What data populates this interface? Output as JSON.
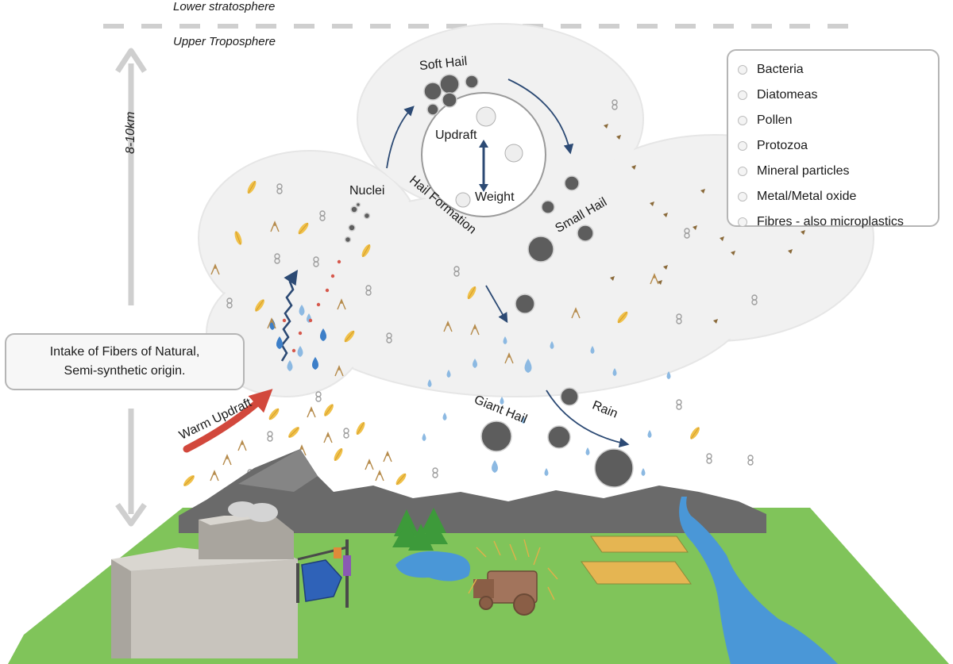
{
  "layers": {
    "lower": "Lower stratosphere",
    "upper": "Upper Troposphere"
  },
  "altitude": "8-10km",
  "stages": {
    "soft_hail": "Soft Hail",
    "nuclei": "Nuclei",
    "updraft": "Updraft",
    "weight": "Weight",
    "hail_formation": "Hail Formation",
    "small_hail": "Small Hail",
    "giant_hail": "Giant Hail",
    "rain": "Rain",
    "warm_updraft": "Warm Updraft"
  },
  "intake": {
    "line1": "Intake of Fibers of Natural,",
    "line2": "Semi-synthetic origin."
  },
  "legend": [
    "Bacteria",
    "Diatomeas",
    "Pollen",
    "Protozoa",
    "Mineral particles",
    "Metal/Metal oxide",
    "Fibres - also microplastics"
  ],
  "colors": {
    "cloud": "#f1f1f1",
    "hail": "#5d5d5d",
    "arrow": "#2c4a74",
    "warm": "#d2483c",
    "drop": "#4d8ed0",
    "ground": "#80c45a",
    "mountain": "#6a6a6a",
    "river": "#4a97d7",
    "field": "#e5b552"
  }
}
